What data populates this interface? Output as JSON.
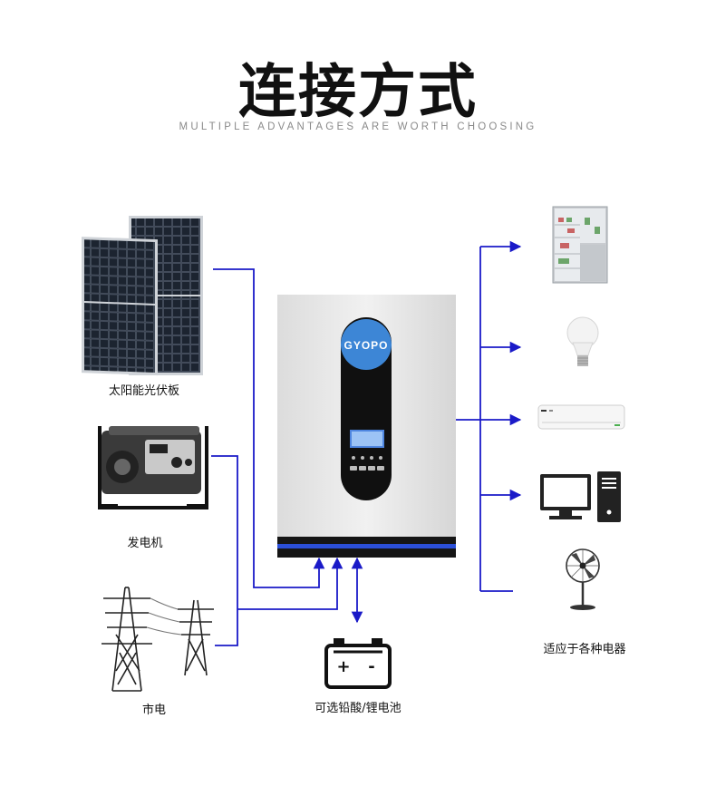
{
  "header": {
    "title": "连接方式",
    "subtitle": "MULTIPLE ADVANTAGES ARE WORTH CHOOSING"
  },
  "sources": {
    "solar": "太阳能光伏板",
    "generator": "发电机",
    "grid": "市电"
  },
  "inverter": {
    "brand": "GYOPO"
  },
  "battery": {
    "label": "可选铅酸/锂电池",
    "plus": "+",
    "minus": "-"
  },
  "appliances": {
    "label": "适应于各种电器",
    "items": [
      "refrigerator-icon",
      "light-bulb-icon",
      "air-conditioner-icon",
      "computer-icon",
      "fan-icon"
    ]
  },
  "colors": {
    "line": "#1a1ac8",
    "inverter_body": "#e9e9e9",
    "inverter_panel": "#101010",
    "brand_circle": "#3d86d6",
    "accent_stripe": "#2b4fd8"
  }
}
